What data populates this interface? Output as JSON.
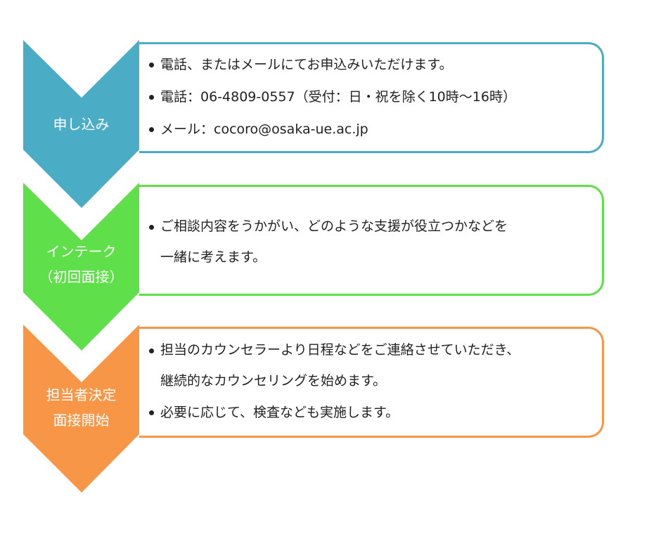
{
  "colors": {
    "step1": "#4BACC6",
    "step2": "#5FE04A",
    "step3": "#F79646"
  },
  "steps": [
    {
      "label": [
        "申し込み"
      ],
      "items": [
        "電話、またはメールにてお申込みいただけます。",
        "電話：06-4809-0557（受付：日・祝を除く10時～16時）",
        "メール：cocoro@osaka-ue.ac.jp"
      ]
    },
    {
      "label": [
        "インテーク",
        "（初回面接）"
      ],
      "items": [
        [
          "ご相談内容をうかがい、どのような支援が役立つかなどを",
          "一緒に考えます。"
        ]
      ]
    },
    {
      "label": [
        "担当者決定",
        "面接開始"
      ],
      "items": [
        [
          "担当のカウンセラーより日程などをご連絡させていただき、",
          "継続的なカウンセリングを始めます。"
        ],
        "必要に応じて、検査なども実施します。"
      ]
    }
  ]
}
